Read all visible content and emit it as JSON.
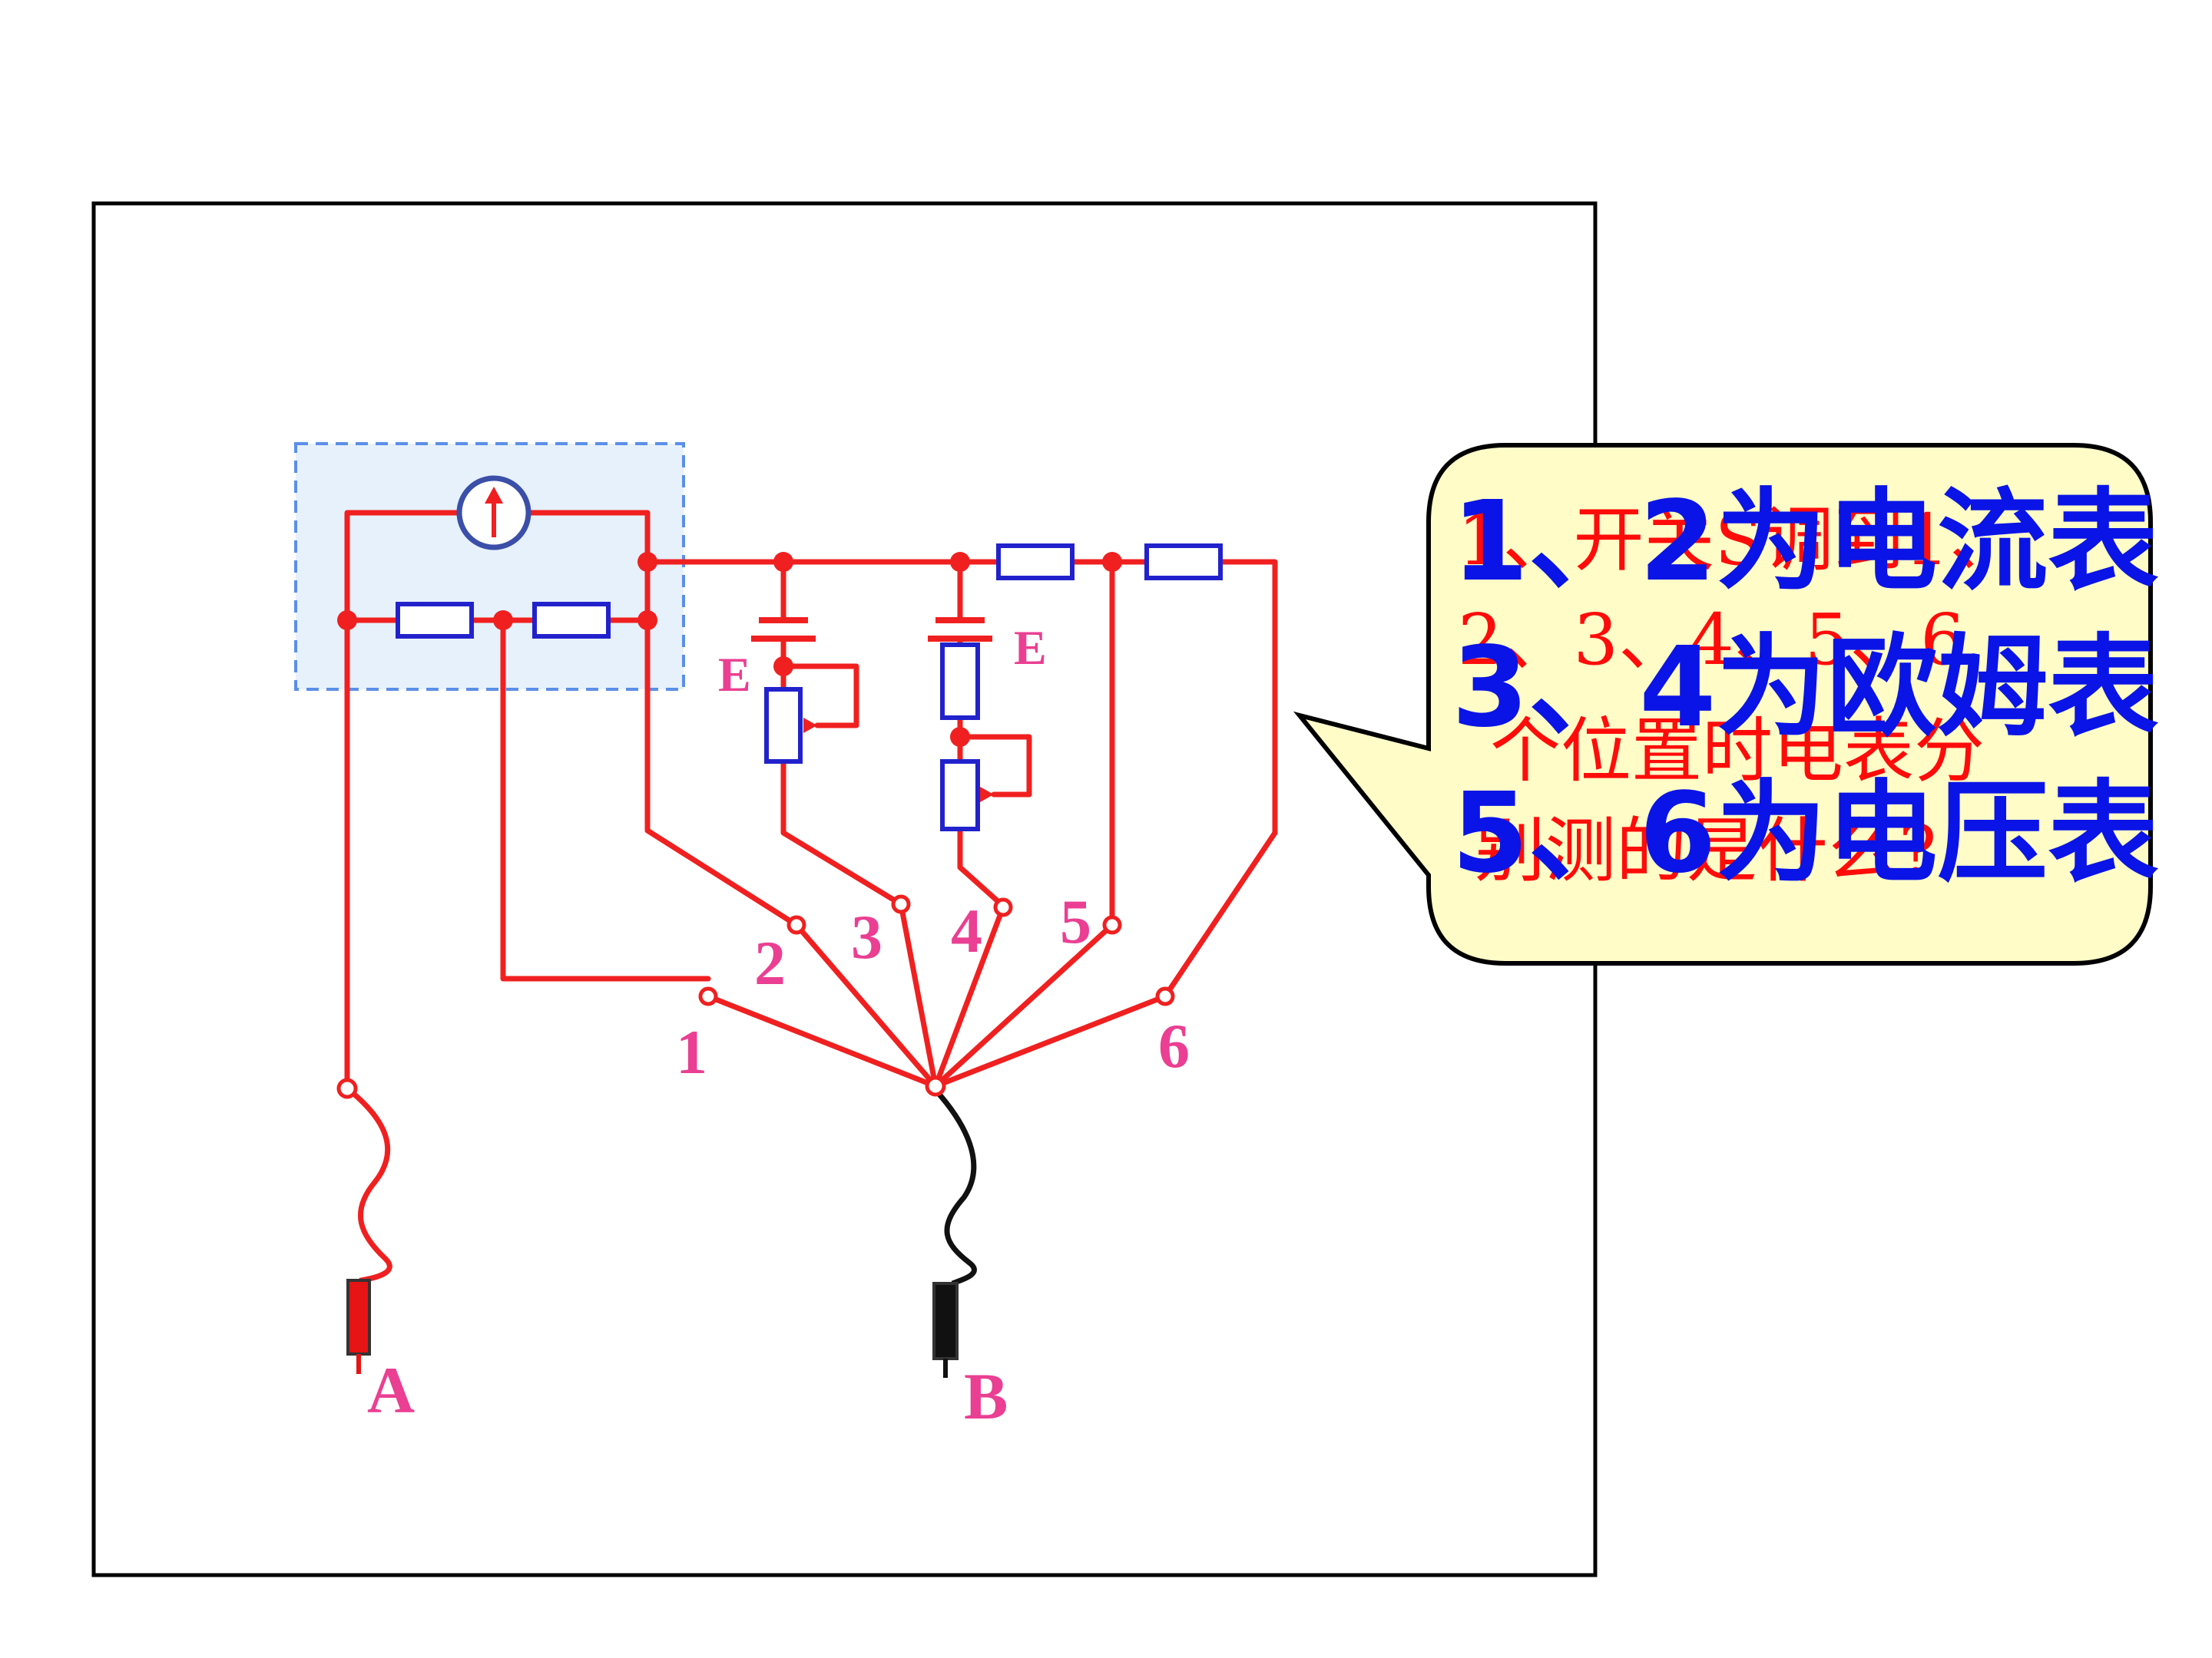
{
  "diagram": {
    "colors": {
      "wire": "#f02020",
      "resistor": "#2222cc",
      "meter": "#3b4fa8",
      "label": "#ea3f92",
      "dashed_box": "#5b8fe8",
      "dashed_fill": "#e6f1fc",
      "probe_b": "#111111",
      "callout_fill": "#fffcc8",
      "callout_red_text": "#ff0000",
      "callout_blue_text": "#0a14e6"
    },
    "switch_positions": [
      "1",
      "2",
      "3",
      "4",
      "5",
      "6"
    ],
    "battery_labels": [
      "E",
      "E"
    ],
    "probes": {
      "a": "A",
      "b": "B"
    },
    "icons": {
      "meter": "galvanometer-icon",
      "battery": "battery-icon",
      "resistor": "resistor-icon",
      "rheostat": "rheostat-icon"
    }
  },
  "callout": {
    "question_lines": [
      "1、开关S调到1、",
      "2、3、4、5、6",
      "个位置时电表分",
      "别测的是什么?"
    ],
    "answer_lines": [
      "1、2为电流表",
      "3、4为欧姆表",
      "5、6为电压表"
    ]
  }
}
